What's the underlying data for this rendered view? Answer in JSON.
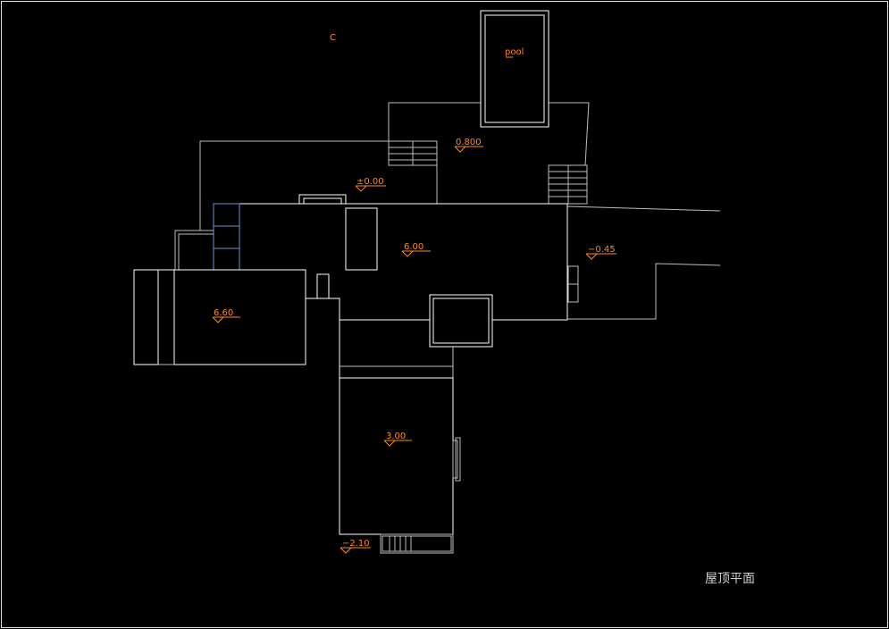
{
  "drawing": {
    "letter_mark": "C",
    "pool_label": "pool",
    "title": "屋顶平面"
  },
  "levels": {
    "upper_terrace": "0.800",
    "entry": "±0.00",
    "main_roof": "6.00",
    "east_ground": "−0.45",
    "west_roof": "6.60",
    "south_roof": "3.00",
    "south_ground": "−2.10"
  },
  "colors": {
    "background": "#000000",
    "linework": "#ffffff",
    "annotation": "#ff8a1c",
    "stair_highlight": "#6f8fd8"
  }
}
